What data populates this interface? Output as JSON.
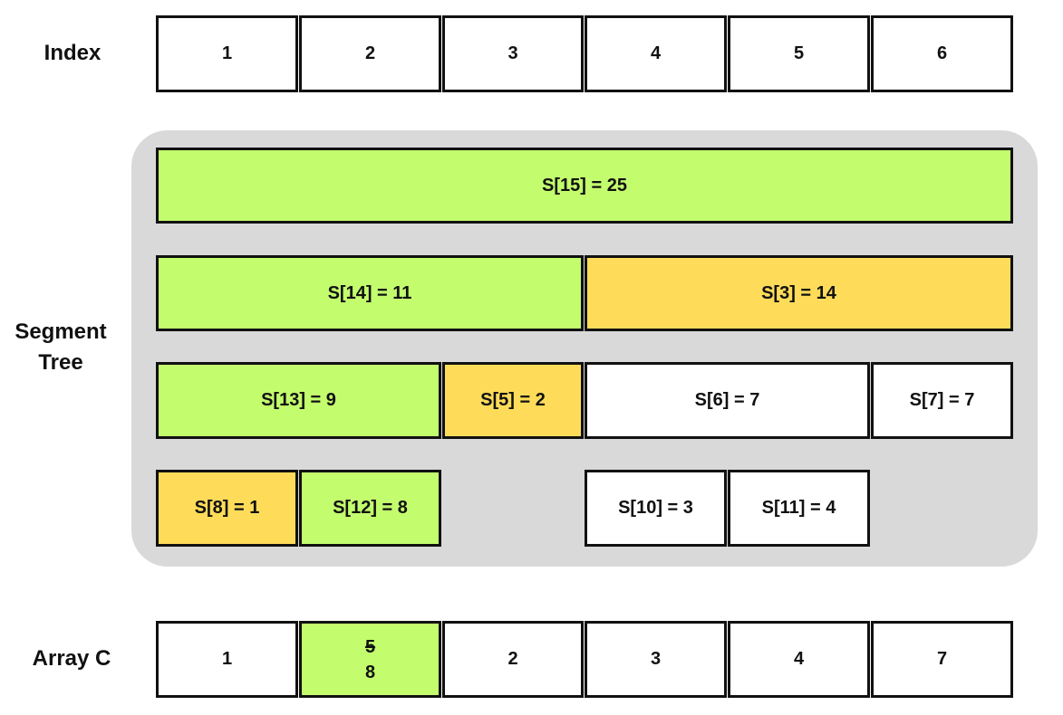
{
  "labels": {
    "index": "Index",
    "segment_tree": "Segment\nTree",
    "array_c": "Array C"
  },
  "index_row": [
    "1",
    "2",
    "3",
    "4",
    "5",
    "6"
  ],
  "tree": {
    "level0": [
      {
        "text": "S[15] = 25",
        "color": "#c3fd6e"
      }
    ],
    "level1": [
      {
        "text": "S[14] = 11",
        "color": "#c3fd6e"
      },
      {
        "text": "S[3] = 14",
        "color": "#fedc5a"
      }
    ],
    "level2": [
      {
        "text": "S[13] = 9",
        "color": "#c3fd6e"
      },
      {
        "text": "S[5] = 2",
        "color": "#fedc5a"
      },
      {
        "text": "S[6] = 7",
        "color": "#ffffff"
      },
      {
        "text": "S[7] = 7",
        "color": "#ffffff"
      }
    ],
    "level3": [
      {
        "text": "S[8] = 1",
        "color": "#fedc5a"
      },
      {
        "text": "S[12] = 8",
        "color": "#c3fd6e"
      },
      {
        "text": "S[10] = 3",
        "color": "#ffffff"
      },
      {
        "text": "S[11] = 4",
        "color": "#ffffff"
      }
    ]
  },
  "array_c": {
    "c1": "1",
    "c2_old": "5",
    "c2_new": "8",
    "c3": "2",
    "c4": "3",
    "c5": "4",
    "c6": "7"
  },
  "colors": {
    "updated": "#c3fd6e",
    "queried": "#fedc5a",
    "untouched": "#ffffff",
    "panel": "#d9d9d9"
  }
}
